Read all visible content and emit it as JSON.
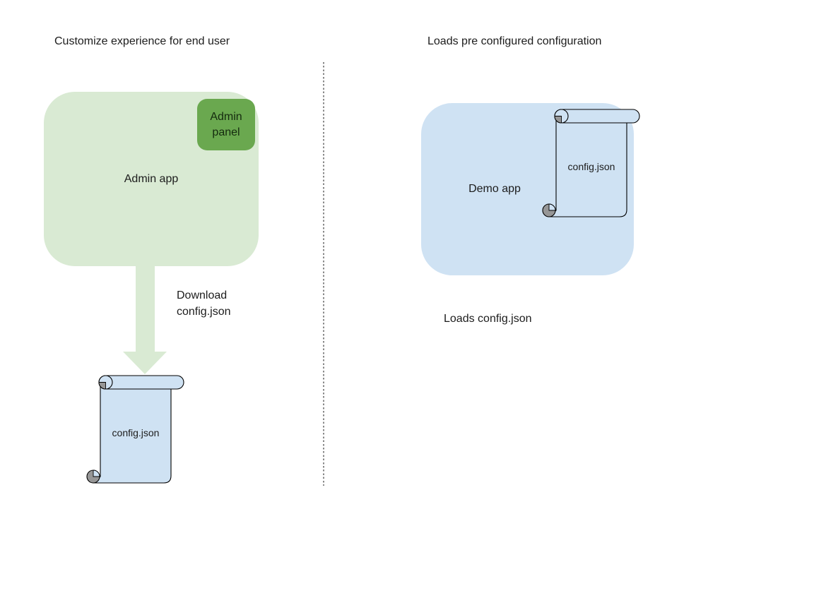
{
  "canvas": {
    "background": "#ffffff"
  },
  "left_section": {
    "title": "Customize experience for end user",
    "admin_app": {
      "label": "Admin app",
      "fill": "#d9ead3"
    },
    "admin_panel": {
      "label": "Admin panel",
      "fill": "#6aa84f"
    },
    "download_arrow": {
      "caption": "Download config.json",
      "fill": "#d9ead3"
    },
    "config_scroll": {
      "label": "config.json",
      "fill": "#cfe2f3",
      "curl_color": "#969696",
      "outline": "#000000"
    }
  },
  "right_section": {
    "title": "Loads pre configured configuration",
    "demo_app": {
      "label": "Demo app",
      "fill": "#cfe2f3"
    },
    "config_scroll": {
      "label": "config.json",
      "fill": "#cfe2f3",
      "curl_color": "#969696",
      "outline": "#000000"
    },
    "caption": "Loads config.json"
  },
  "divider": {
    "style": "dotted",
    "color": "#8a8a8a"
  }
}
